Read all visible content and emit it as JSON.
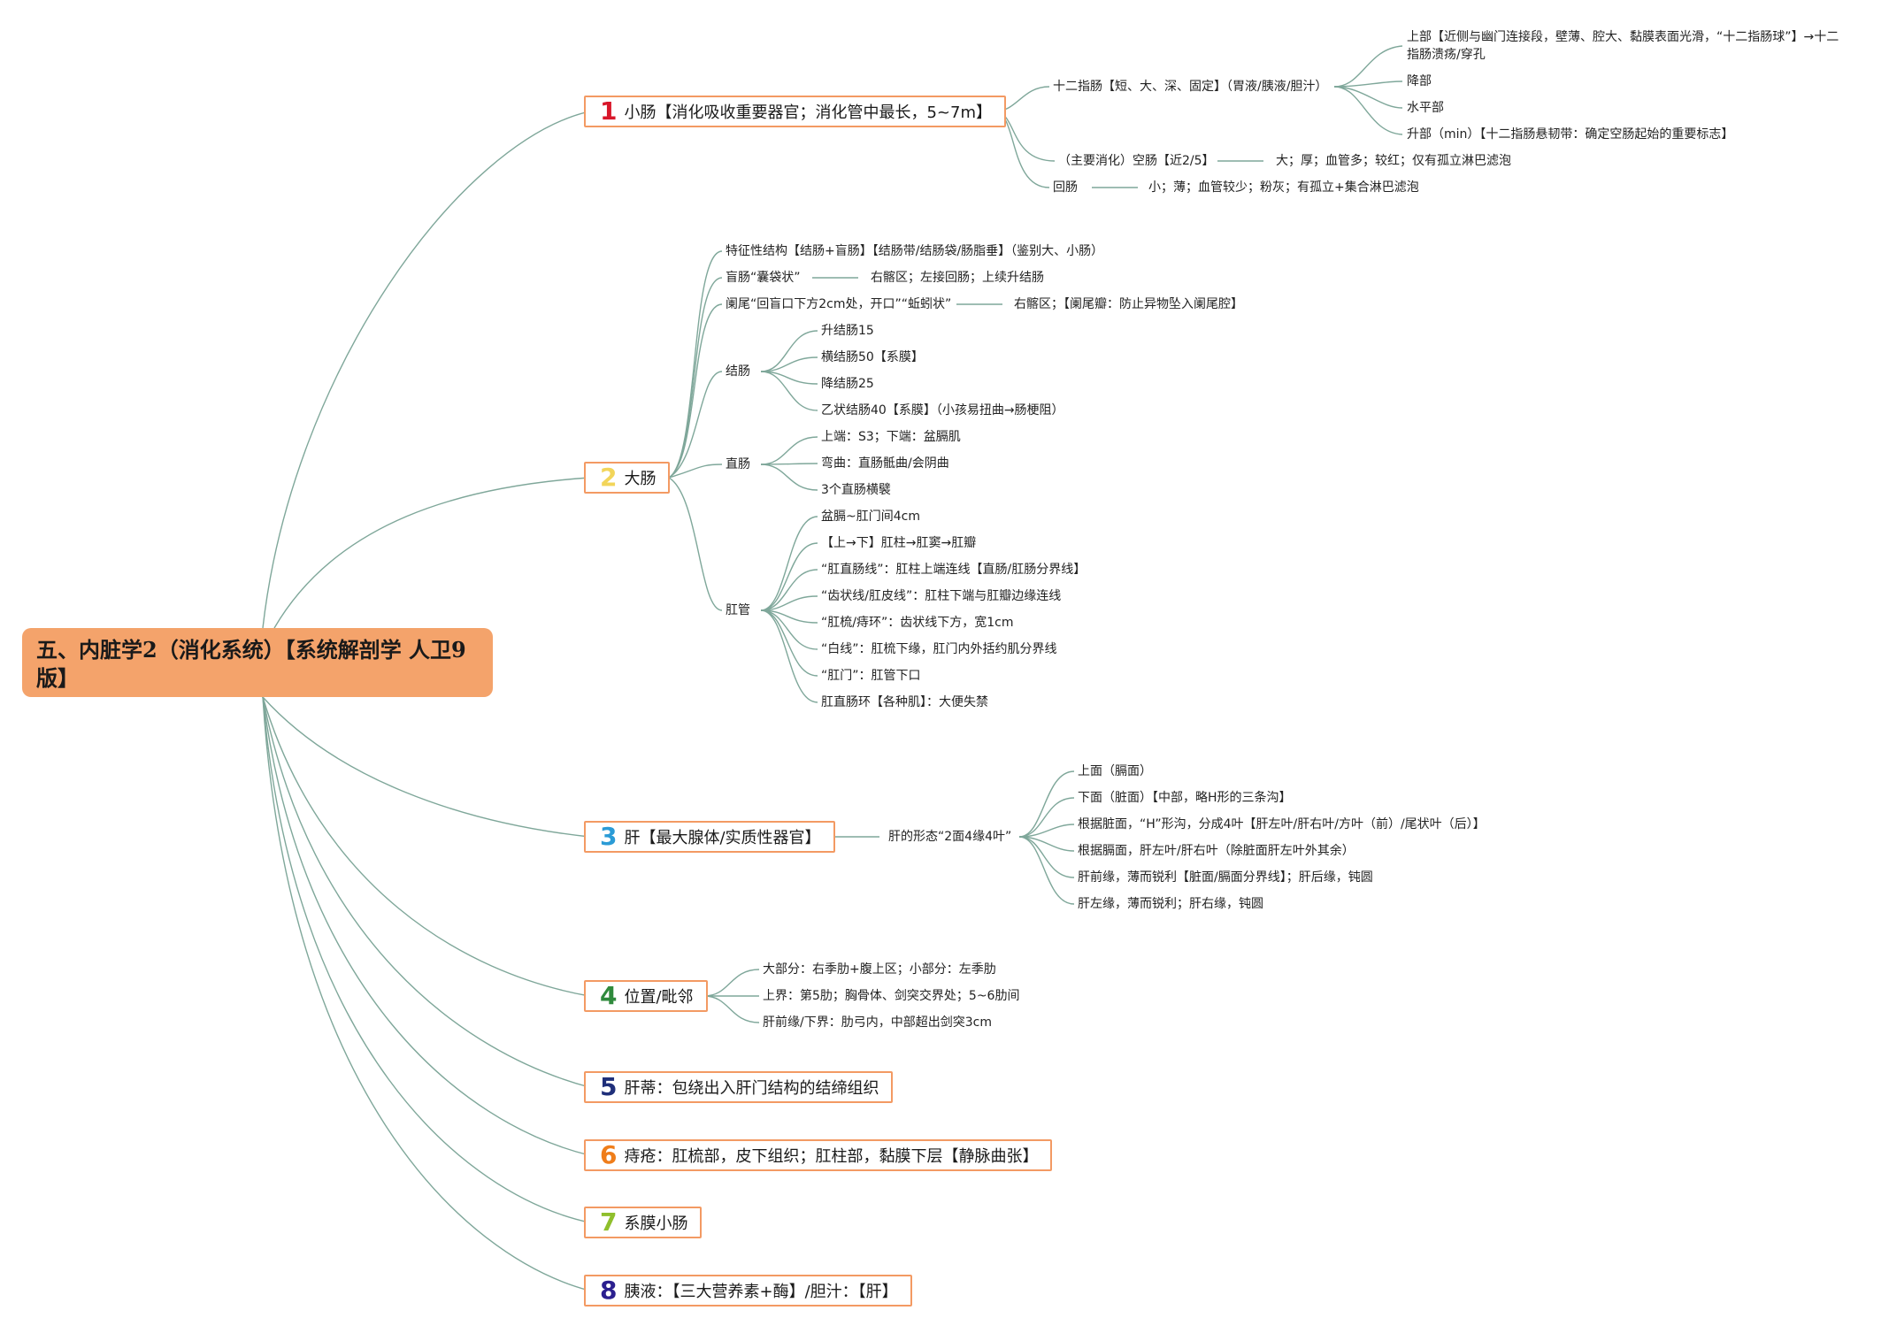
{
  "root": {
    "line1": "五、内脏学2（消化系统）【系统解剖学 人卫9",
    "line2": "版】"
  },
  "branches": [
    {
      "num": "1",
      "color": "#d8172a",
      "label": "小肠【消化吸收重要器官；消化管中最长，5~7m】"
    },
    {
      "num": "2",
      "color": "#f2d55a",
      "label": "大肠"
    },
    {
      "num": "3",
      "color": "#2a9bd6",
      "label": "肝【最大腺体/实质性器官】"
    },
    {
      "num": "4",
      "color": "#2f8a3c",
      "label": "位置/毗邻"
    },
    {
      "num": "5",
      "color": "#1f2f7a",
      "label": "肝蒂：包绕出入肝门结构的结缔组织"
    },
    {
      "num": "6",
      "color": "#ef7d1a",
      "label": "痔疮：肛梳部，皮下组织；肛柱部，黏膜下层【静脉曲张】"
    },
    {
      "num": "7",
      "color": "#8fbf2c",
      "label": "系膜小肠"
    },
    {
      "num": "8",
      "color": "#2b1f8f",
      "label": "胰液：【三大营养素+酶】/胆汁：【肝】"
    }
  ],
  "b1": {
    "duodenum": "十二指肠【短、大、深、固定】（胃液/胰液/胆汁）",
    "duo_parts": {
      "upper_line1": "上部【近侧与幽门连接段，壁薄、腔大、黏膜表面光滑，“十二指肠球”】→十二",
      "upper_line2": "指肠溃疡/穿孔",
      "descending": "降部",
      "horizontal": "水平部",
      "ascending": "升部（min）【十二指肠悬韧带：确定空肠起始的重要标志】"
    },
    "jejunum": "（主要消化）空肠【近2/5】",
    "jejunum_desc": "大；厚；血管多；较红；仅有孤立淋巴滤泡",
    "ileum": "回肠",
    "ileum_desc": "小；薄；血管较少；粉灰；有孤立+集合淋巴滤泡"
  },
  "b2": {
    "feature": "特征性结构【结肠+盲肠】【结肠带/结肠袋/肠脂垂】（鉴别大、小肠）",
    "cecum": "盲肠“囊袋状”",
    "cecum_desc": "右髂区；左接回肠；上续升结肠",
    "appendix": "阑尾“回盲口下方2cm处，开口”“蚯蚓状”",
    "appendix_desc": "右髂区；【阑尾瓣：防止异物坠入阑尾腔】",
    "colon": "结肠",
    "colon_items": [
      "升结肠15",
      "横结肠50【系膜】",
      "降结肠25",
      "乙状结肠40【系膜】（小孩易扭曲→肠梗阻）"
    ],
    "rectum": "直肠",
    "rectum_items": [
      "上端：S3；下端：盆膈肌",
      "弯曲：直肠骶曲/会阴曲",
      "3个直肠横襞"
    ],
    "anal": "肛管",
    "anal_items": [
      "盆膈~肛门间4cm",
      "【上→下】肛柱→肛窦→肛瓣",
      "“肛直肠线”：肛柱上端连线【直肠/肛肠分界线】",
      "“齿状线/肛皮线”：肛柱下端与肛瓣边缘连线",
      "“肛梳/痔环”：齿状线下方，宽1cm",
      "“白线”：肛梳下缘，肛门内外括约肌分界线",
      "“肛门”：肛管下口",
      "肛直肠环【各种肌】：大便失禁"
    ]
  },
  "b3": {
    "shape": "肝的形态“2面4缘4叶”",
    "items": [
      "上面（膈面）",
      "下面（脏面）【中部，略H形的三条沟】",
      "根据脏面，“H”形沟，分成4叶【肝左叶/肝右叶/方叶（前）/尾状叶（后）】",
      "根据膈面，肝左叶/肝右叶（除脏面肝左叶外其余）",
      "肝前缘，薄而锐利【脏面/膈面分界线】；肝后缘，钝圆",
      "肝左缘，薄而锐利；肝右缘，钝圆"
    ]
  },
  "b4": {
    "items": [
      "大部分：右季肋+腹上区；小部分：左季肋",
      "上界：第5肋；胸骨体、剑突交界处；5~6肋间",
      "肝前缘/下界：肋弓内，中部超出剑突3cm"
    ]
  }
}
